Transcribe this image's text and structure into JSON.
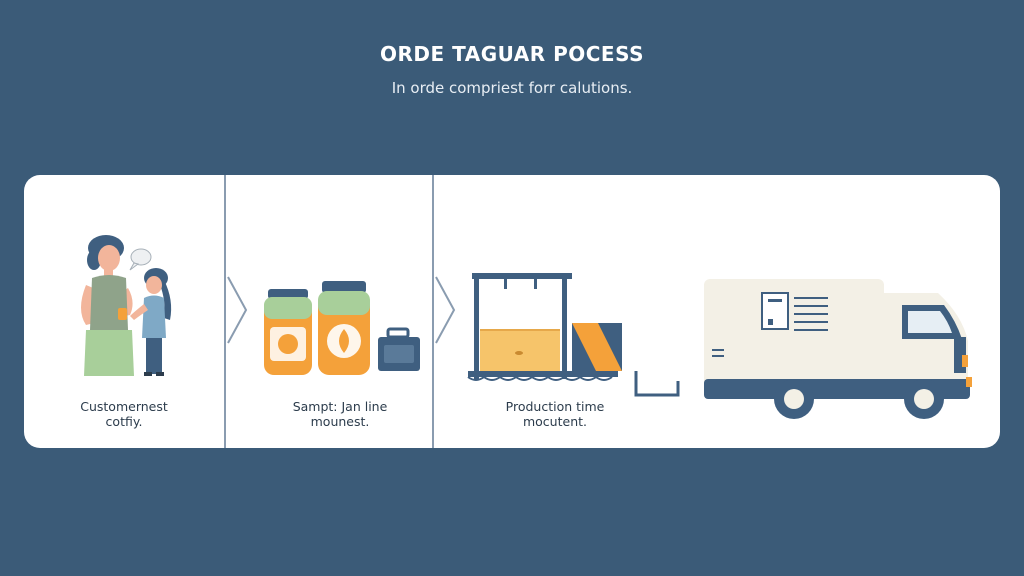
{
  "header": {
    "title": "ORDE TAGUAR POCESS",
    "subtitle": "In orde compriest forr calutions."
  },
  "steps": [
    {
      "line1": "Customernest",
      "line2": "cotfiy."
    },
    {
      "line1": "Sampt: Jan line",
      "line2": "mounest."
    },
    {
      "line1": "Production time",
      "line2": "mocutent."
    }
  ],
  "colors": {
    "background": "#3b5b78",
    "panel": "#ffffff",
    "navy": "#3f5f80",
    "orange": "#f4a13a",
    "sage": "#a8cf9a",
    "cream": "#f3f0e6",
    "honey": "#f6c46a"
  },
  "icons": [
    "person-icon",
    "child-icon",
    "speech-bubble-icon",
    "jar-icon",
    "jar-icon",
    "case-icon",
    "tank-icon",
    "crate-icon",
    "pipe-icon",
    "truck-icon",
    "chevron-right-icon"
  ]
}
